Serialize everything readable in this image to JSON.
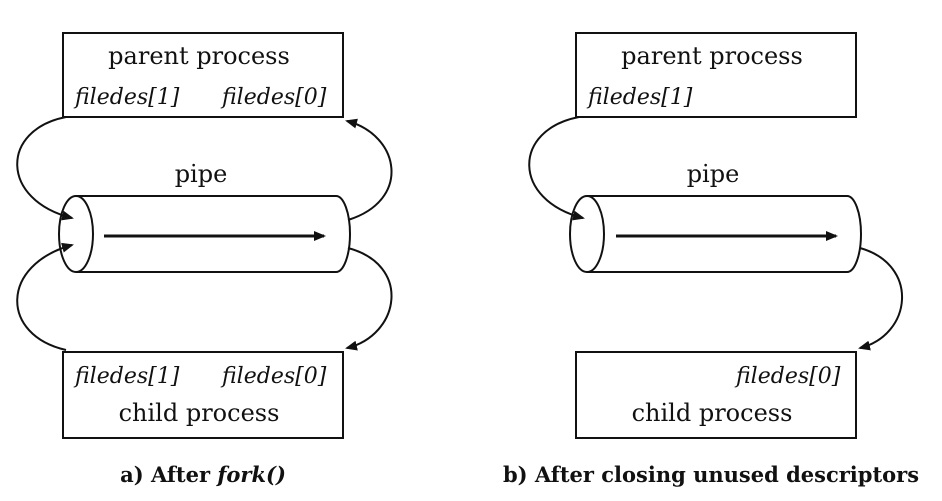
{
  "left": {
    "parent_label": "parent process",
    "parent_fd1": "filedes[1]",
    "parent_fd0": "filedes[0]",
    "pipe_label": "pipe",
    "child_fd1": "filedes[1]",
    "child_fd0": "filedes[0]",
    "child_label": "child process",
    "caption_prefix": "a) After ",
    "caption_fork": "fork()"
  },
  "right": {
    "parent_label": "parent process",
    "parent_fd1": "filedes[1]",
    "pipe_label": "pipe",
    "child_fd0": "filedes[0]",
    "child_label": "child process",
    "caption": "b) After closing unused descriptors"
  }
}
